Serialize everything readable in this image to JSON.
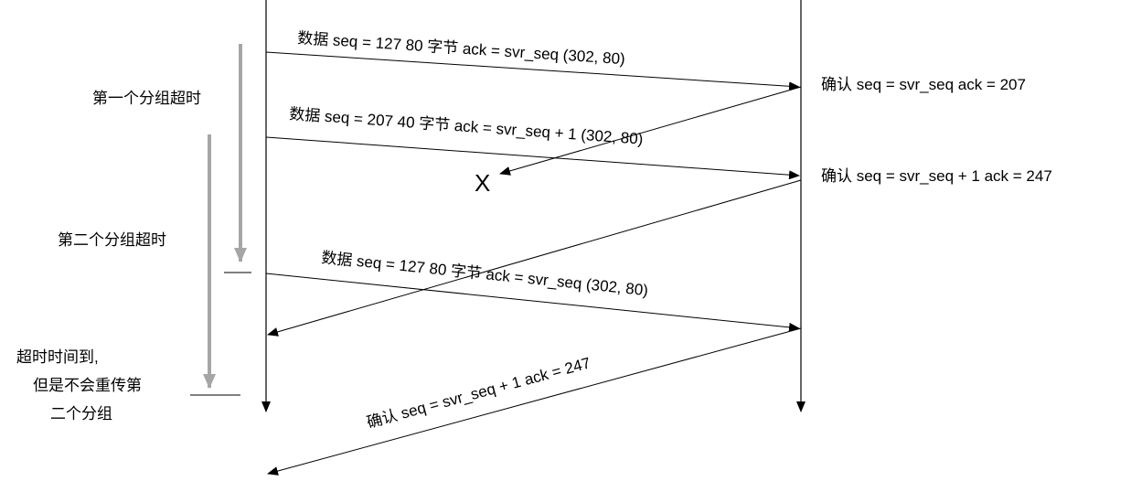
{
  "messages": {
    "data1": "数据 seq = 127 80 字节 ack = svr_seq (302, 80)",
    "ack1": "确认 seq = svr_seq ack = 207",
    "data2": "数据 seq = 207 40 字节 ack = svr_seq + 1 (302, 80)",
    "ack2": "确认 seq = svr_seq + 1 ack = 247",
    "data3": "数据 seq = 127 80 字节 ack = svr_seq (302, 80)",
    "ack3": "确认 seq = svr_seq + 1 ack = 247"
  },
  "lost_mark": "X",
  "timeouts": {
    "first": "第一个分组超时",
    "second": "第二个分组超时",
    "expired_line1": "超时时间到,",
    "expired_line2": "但是不会重传第",
    "expired_line3": "二个分组"
  },
  "colors": {
    "line": "#000000",
    "timer": "#a6a6a6"
  }
}
